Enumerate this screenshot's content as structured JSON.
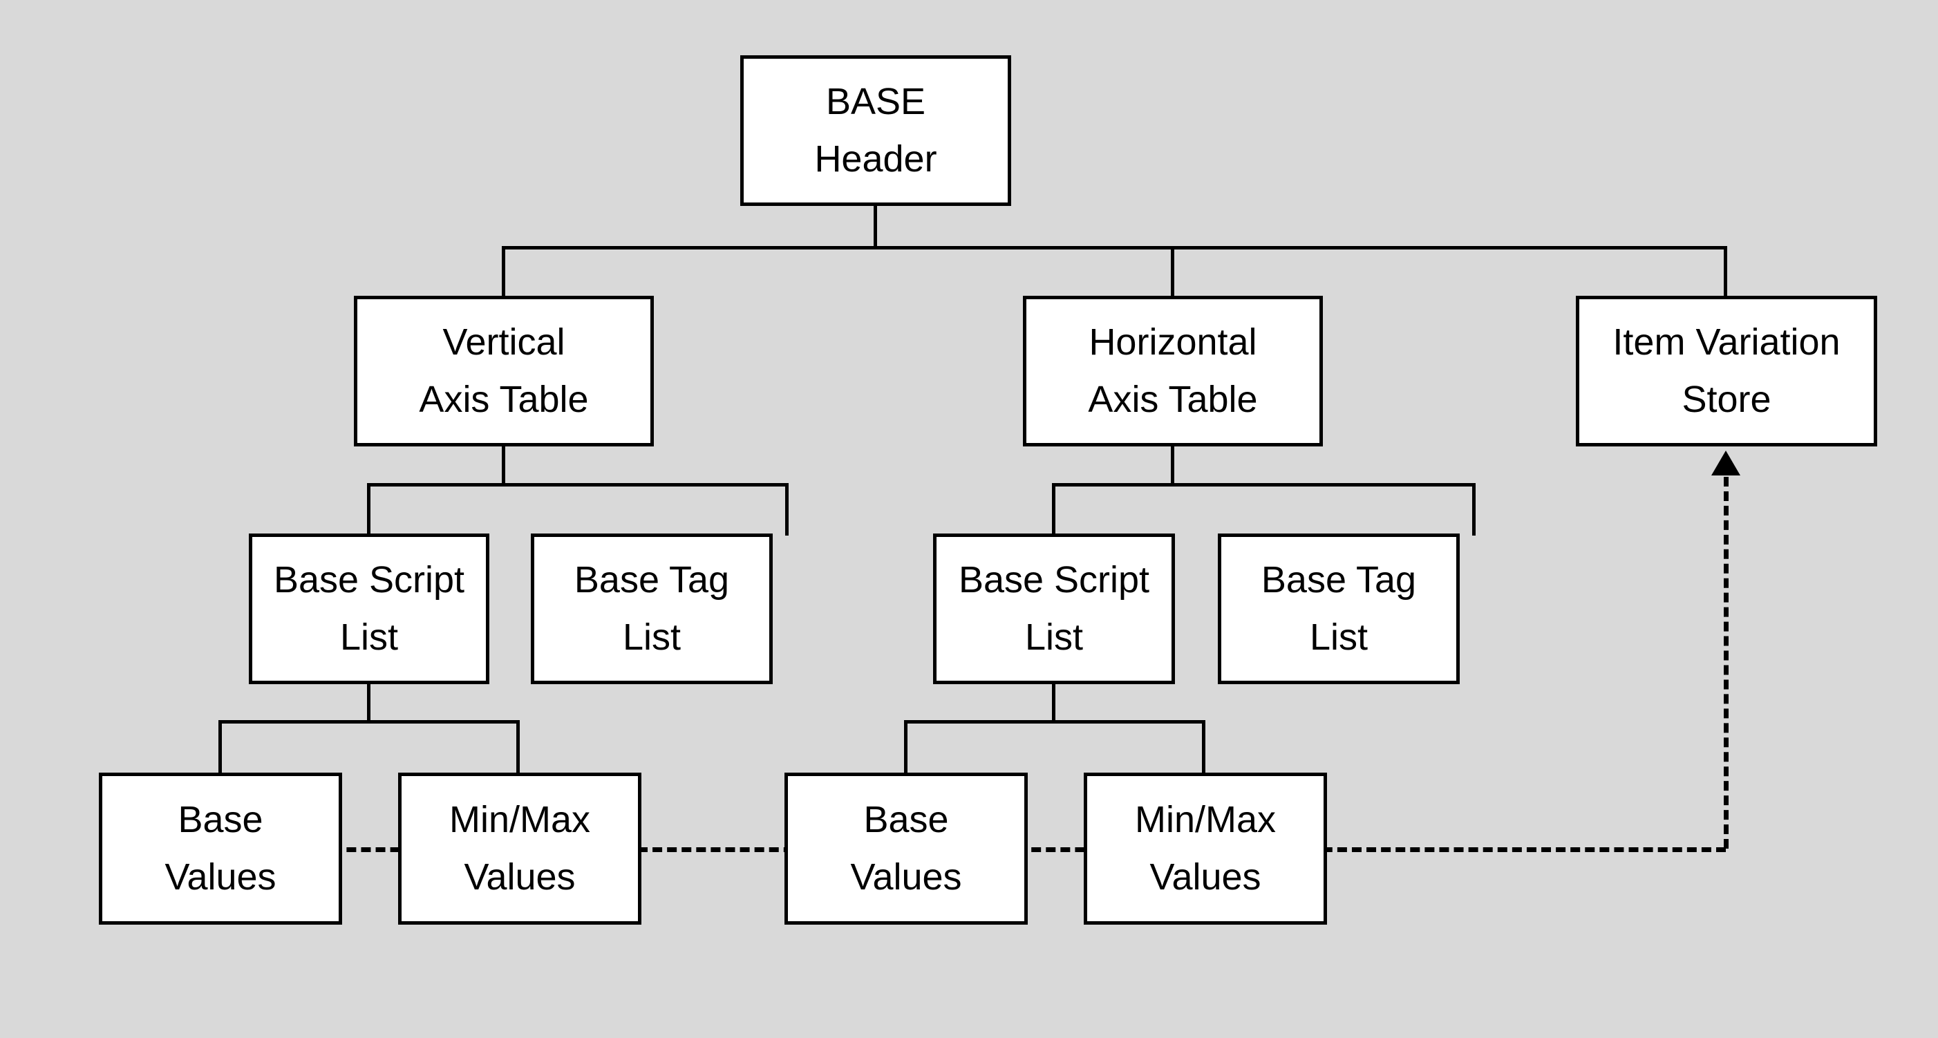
{
  "diagram": {
    "title": "BASE table structure",
    "background_color": "#d9d9d9",
    "node_fill_color": "#ffffff",
    "node_border_color": "#000000",
    "connector_color": "#000000"
  },
  "nodes": {
    "base_header": {
      "line1": "BASE",
      "line2": "Header"
    },
    "vertical_axis": {
      "line1": "Vertical",
      "line2": "Axis Table"
    },
    "horizontal_axis": {
      "line1": "Horizontal",
      "line2": "Axis Table"
    },
    "item_variation": {
      "line1": "Item Variation",
      "line2": "Store"
    },
    "v_base_script_list": {
      "line1": "Base Script",
      "line2": "List"
    },
    "v_base_tag_list": {
      "line1": "Base Tag",
      "line2": "List"
    },
    "h_base_script_list": {
      "line1": "Base Script",
      "line2": "List"
    },
    "h_base_tag_list": {
      "line1": "Base Tag",
      "line2": "List"
    },
    "v_base_values": {
      "line1": "Base",
      "line2": "Values"
    },
    "v_minmax_values": {
      "line1": "Min/Max",
      "line2": "Values"
    },
    "h_base_values": {
      "line1": "Base",
      "line2": "Values"
    },
    "h_minmax_values": {
      "line1": "Min/Max",
      "line2": "Values"
    }
  },
  "edges": [
    {
      "from": "base_header",
      "to": "vertical_axis",
      "style": "solid"
    },
    {
      "from": "base_header",
      "to": "horizontal_axis",
      "style": "solid"
    },
    {
      "from": "base_header",
      "to": "item_variation",
      "style": "solid"
    },
    {
      "from": "vertical_axis",
      "to": "v_base_script_list",
      "style": "solid"
    },
    {
      "from": "vertical_axis",
      "to": "v_base_tag_list",
      "style": "solid"
    },
    {
      "from": "horizontal_axis",
      "to": "h_base_script_list",
      "style": "solid"
    },
    {
      "from": "horizontal_axis",
      "to": "h_base_tag_list",
      "style": "solid"
    },
    {
      "from": "v_base_script_list",
      "to": "v_base_values",
      "style": "solid"
    },
    {
      "from": "v_base_script_list",
      "to": "v_minmax_values",
      "style": "solid"
    },
    {
      "from": "h_base_script_list",
      "to": "h_base_values",
      "style": "solid"
    },
    {
      "from": "h_base_script_list",
      "to": "h_minmax_values",
      "style": "solid"
    },
    {
      "from": "v_base_values",
      "to": "item_variation",
      "style": "dashed",
      "arrow": "up"
    }
  ]
}
